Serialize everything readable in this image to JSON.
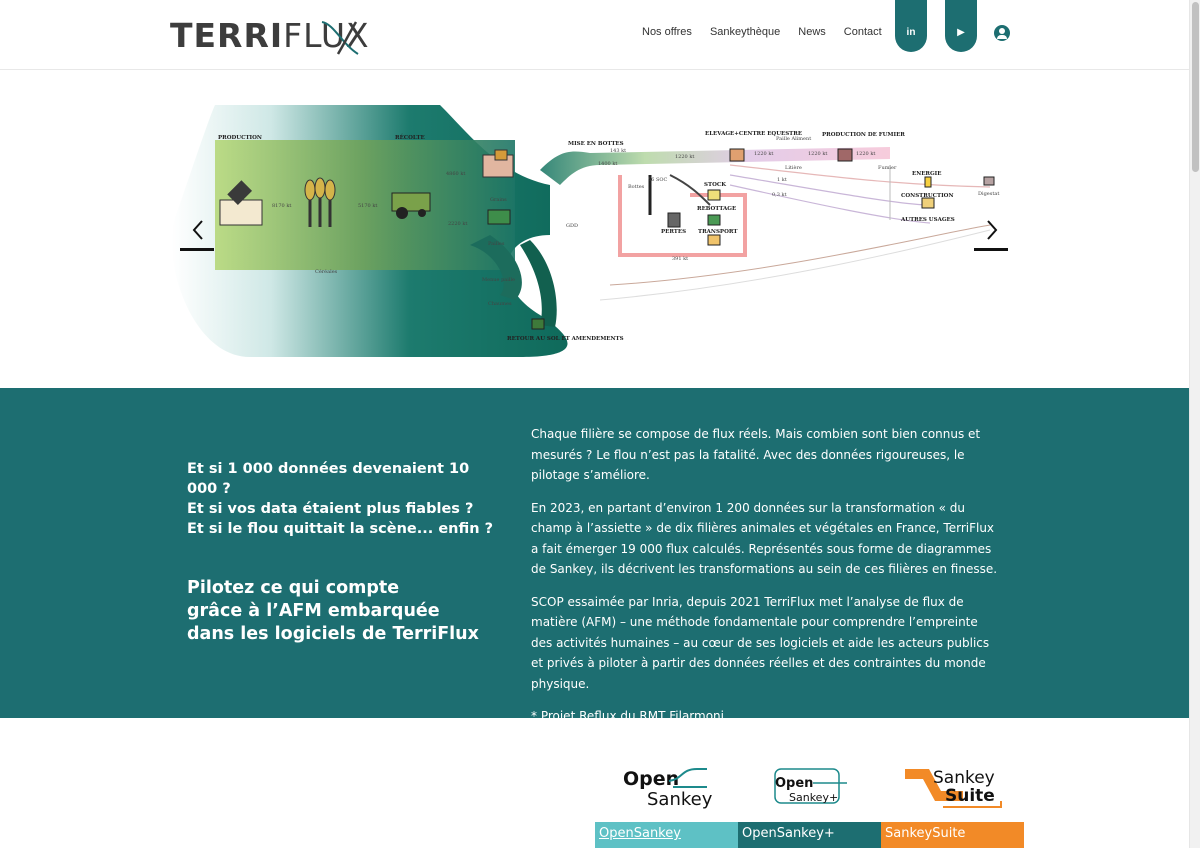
{
  "header": {
    "logo": {
      "part1": "TERRI",
      "part2": "FLUX"
    },
    "nav": [
      "Nos offres",
      "Sankeythèque",
      "News",
      "Contact"
    ],
    "social": [
      {
        "name": "linkedin",
        "glyph": "in"
      },
      {
        "name": "youtube",
        "glyph": "▶"
      }
    ]
  },
  "slider": {
    "labels": {
      "production": "PRODUCTION",
      "recolte": "RÉCOLTE",
      "mise_en_bottes": "MISE EN BOTTES",
      "elevage": "ELEVAGE+CENTRE EQUESTRE",
      "production_fumier": "PRODUCTION DE FUMIER",
      "energie": "ENERGIE",
      "construction": "CONSTRUCTION",
      "autres_usages": "AUTRES USAGES",
      "stock": "STOCK",
      "rebottage": "REBOTTAGE",
      "transport": "TRANSPORT",
      "pertes": "PERTES",
      "retour": "RETOUR AU SOL ET AMENDEMENTS",
      "cereales": "Céréales",
      "grains": "Grains",
      "pailles": "Pailles",
      "menue_paille": "Menue paille",
      "chaumes": "Chaumes",
      "bottes": "Bottes",
      "paille_aliment": "Paille Aliment",
      "litiere": "Litière",
      "fumier": "Fumier",
      "digestat": "Digestat",
      "gdd": "GDD"
    },
    "values": {
      "v8170": "8170 kt",
      "v5170": "5170 kt",
      "v2220": "2220 kt",
      "v4860": "4860 kt",
      "v1400": "1400 kt",
      "v143": "143 kt",
      "v1220a": "1220 kt",
      "v1220b": "1220 kt",
      "v1220c": "1220 kt",
      "v1220d": "1220 kt",
      "v1kt": "1 kt",
      "v03": "0,3 kt",
      "v391": "391 kt",
      "v56soc": "56 SOC"
    }
  },
  "teal": {
    "questions": [
      "Et si 1 000 données devenaient 10 000 ?",
      "Et si vos data étaient plus fiables ?",
      "Et si le flou quittait la scène... enfin ?"
    ],
    "pilot": [
      "Pilotez ce qui compte",
      "grâce à l’AFM embarquée",
      "dans les logiciels de TerriFlux"
    ],
    "paragraphs": [
      "Chaque filière se compose de flux réels. Mais combien sont bien connus et mesurés ? Le flou n’est pas la fatalité. Avec des données rigoureuses, le pilotage s’améliore.",
      "En 2023, en partant d’environ 1 200 données sur la transformation « du champ à l’assiette » de dix filières animales et végétales en France, TerriFlux a fait émerger 19 000 flux calculés. Représentés sous forme de diagrammes de Sankey, ils décrivent les transformations au sein de ces filières en finesse.",
      "SCOP essaimée par Inria, depuis 2021 TerriFlux met l’analyse de flux de matière (AFM) – une méthode fondamentale pour comprendre l’empreinte des activités humaines – au cœur de ses logiciels et aide les acteurs publics et privés à piloter à partir des données réelles et des contraintes du monde physique."
    ],
    "footnote": {
      "prefix": "* Projet ",
      "link1": "Reflux",
      "middle": " du ",
      "link2": "RMT Filarmoni"
    }
  },
  "products": {
    "logos": [
      {
        "line1": "Open",
        "line2": "Sankey"
      },
      {
        "line1": "Open",
        "line2": "Sankey+"
      },
      {
        "line1": "Sankey",
        "line2": "Suite"
      }
    ],
    "tabs": [
      "OpenSankey",
      "OpenSankey+",
      "SankeySuite"
    ],
    "colors": {
      "teal": "#1d6e71",
      "light_teal": "#5ec1c5",
      "orange": "#f28a27"
    }
  }
}
